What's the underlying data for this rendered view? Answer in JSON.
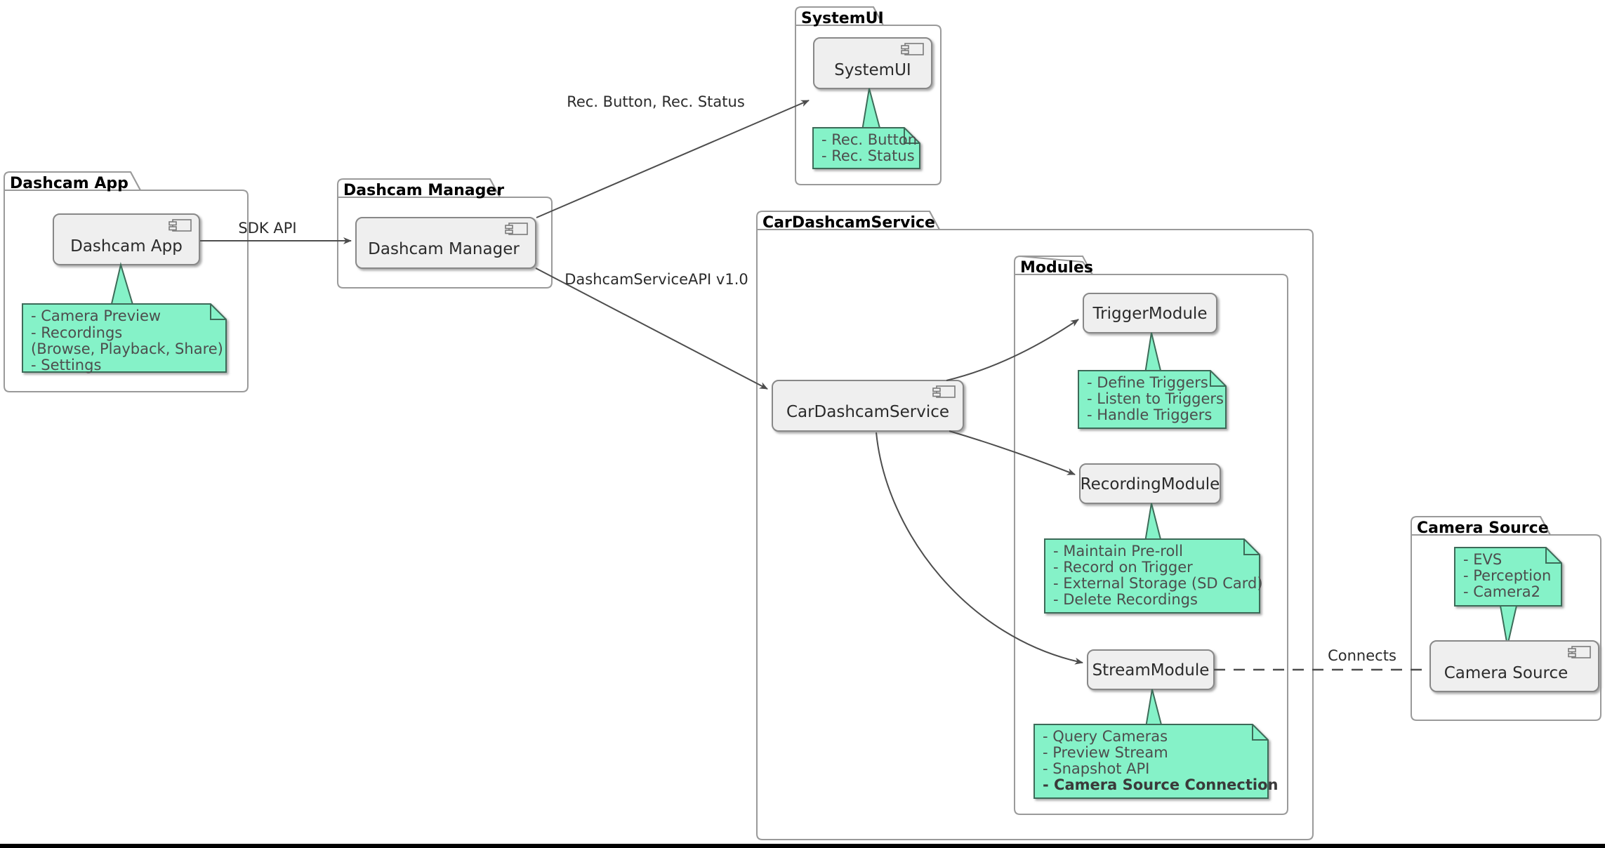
{
  "colors": {
    "note_fill": "#85f2c8",
    "note_stroke": "#3d6b58",
    "component_fill": "#efefef",
    "component_stroke": "#888888",
    "package_stroke": "#9a9a9a",
    "edge_stroke": "#4d4d4d",
    "text_dark": "#2b2b2b",
    "note_text": "#4d4d4d",
    "background": "#ffffff",
    "bottom_bar": "#000000"
  },
  "packages": [
    {
      "id": "dashcam-app",
      "title": "Dashcam App"
    },
    {
      "id": "dashcam-manager",
      "title": "Dashcam Manager"
    },
    {
      "id": "systemui",
      "title": "SystemUI"
    },
    {
      "id": "cardashcamservice",
      "title": "CarDashcamService"
    },
    {
      "id": "modules",
      "title": "Modules"
    },
    {
      "id": "camera-source",
      "title": "Camera Source"
    }
  ],
  "components": [
    {
      "id": "dashcam-app",
      "label": "Dashcam App"
    },
    {
      "id": "dashcam-manager",
      "label": "Dashcam Manager"
    },
    {
      "id": "systemui",
      "label": "SystemUI"
    },
    {
      "id": "cardashcamservice",
      "label": "CarDashcamService"
    },
    {
      "id": "trigger-module",
      "label": "TriggerModule"
    },
    {
      "id": "recording-module",
      "label": "RecordingModule"
    },
    {
      "id": "stream-module",
      "label": "StreamModule"
    },
    {
      "id": "camera-source",
      "label": "Camera Source"
    }
  ],
  "notes": {
    "dashcam_app": [
      {
        "text": "- Camera Preview",
        "bold": false
      },
      {
        "text": "- Recordings",
        "bold": false
      },
      {
        "text": "  (Browse, Playback, Share)",
        "bold": false
      },
      {
        "text": "- Settings",
        "bold": false
      }
    ],
    "systemui": [
      {
        "text": "- Rec. Button",
        "bold": false
      },
      {
        "text": "- Rec. Status",
        "bold": false
      }
    ],
    "trigger_module": [
      {
        "text": "- Define Triggers",
        "bold": false
      },
      {
        "text": "- Listen to Triggers",
        "bold": false
      },
      {
        "text": "- Handle Triggers",
        "bold": false
      }
    ],
    "recording_module": [
      {
        "text": "- Maintain Pre-roll",
        "bold": false
      },
      {
        "text": "- Record on Trigger",
        "bold": false
      },
      {
        "text": "- External Storage (SD Card)",
        "bold": false
      },
      {
        "text": "- Delete Recordings",
        "bold": false
      }
    ],
    "stream_module": [
      {
        "text": "- Query Cameras",
        "bold": false
      },
      {
        "text": "- Preview Stream",
        "bold": false
      },
      {
        "text": "- Snapshot API",
        "bold": false
      },
      {
        "text": "- Camera Source Connection",
        "bold": true
      }
    ],
    "camera_source": [
      {
        "text": "- EVS",
        "bold": false
      },
      {
        "text": "- Perception",
        "bold": false
      },
      {
        "text": "- Camera2",
        "bold": false
      }
    ]
  },
  "edges": [
    {
      "id": "sdk-api",
      "label": "SDK API",
      "from": "dashcam-app",
      "to": "dashcam-manager",
      "style": "solid"
    },
    {
      "id": "rec-button-rec-status",
      "label": "Rec. Button, Rec. Status",
      "from": "dashcam-manager",
      "to": "systemui",
      "style": "solid"
    },
    {
      "id": "dashcamserviceapi",
      "label": "DashcamServiceAPI v1.0",
      "from": "dashcam-manager",
      "to": "cardashcamservice",
      "style": "solid"
    },
    {
      "id": "to-trigger-module",
      "label": "",
      "from": "cardashcamservice",
      "to": "trigger-module",
      "style": "solid"
    },
    {
      "id": "to-recording-module",
      "label": "",
      "from": "cardashcamservice",
      "to": "recording-module",
      "style": "solid"
    },
    {
      "id": "to-stream-module",
      "label": "",
      "from": "cardashcamservice",
      "to": "stream-module",
      "style": "solid"
    },
    {
      "id": "connects",
      "label": "Connects",
      "from": "stream-module",
      "to": "camera-source",
      "style": "dashed"
    }
  ]
}
